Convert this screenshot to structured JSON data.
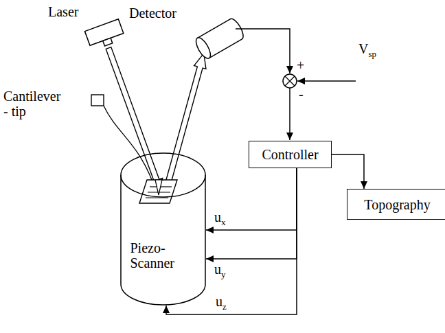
{
  "diagram": {
    "nodes": [
      {
        "text": [
          "Controller"
        ]
      },
      {
        "text": [
          "Piezo- Scanner"
        ]
      },
      {
        "text": [
          "Topography"
        ]
      }
    ],
    "edges": [
      {
        "from": 0,
        "to": 2,
        "arrow": "to"
      },
      {
        "from": 0,
        "to": 1,
        "label": "ux",
        "arrow": "to"
      },
      {
        "from": 0,
        "to": 1,
        "label": "uy",
        "arrow": "to"
      },
      {
        "from": 0,
        "to": 1,
        "label": "uz",
        "arrow": "to"
      }
    ],
    "labels": [
      "Laser",
      "Detector",
      "Cantilever - tip",
      "+",
      "-",
      "Vsp"
    ]
  }
}
